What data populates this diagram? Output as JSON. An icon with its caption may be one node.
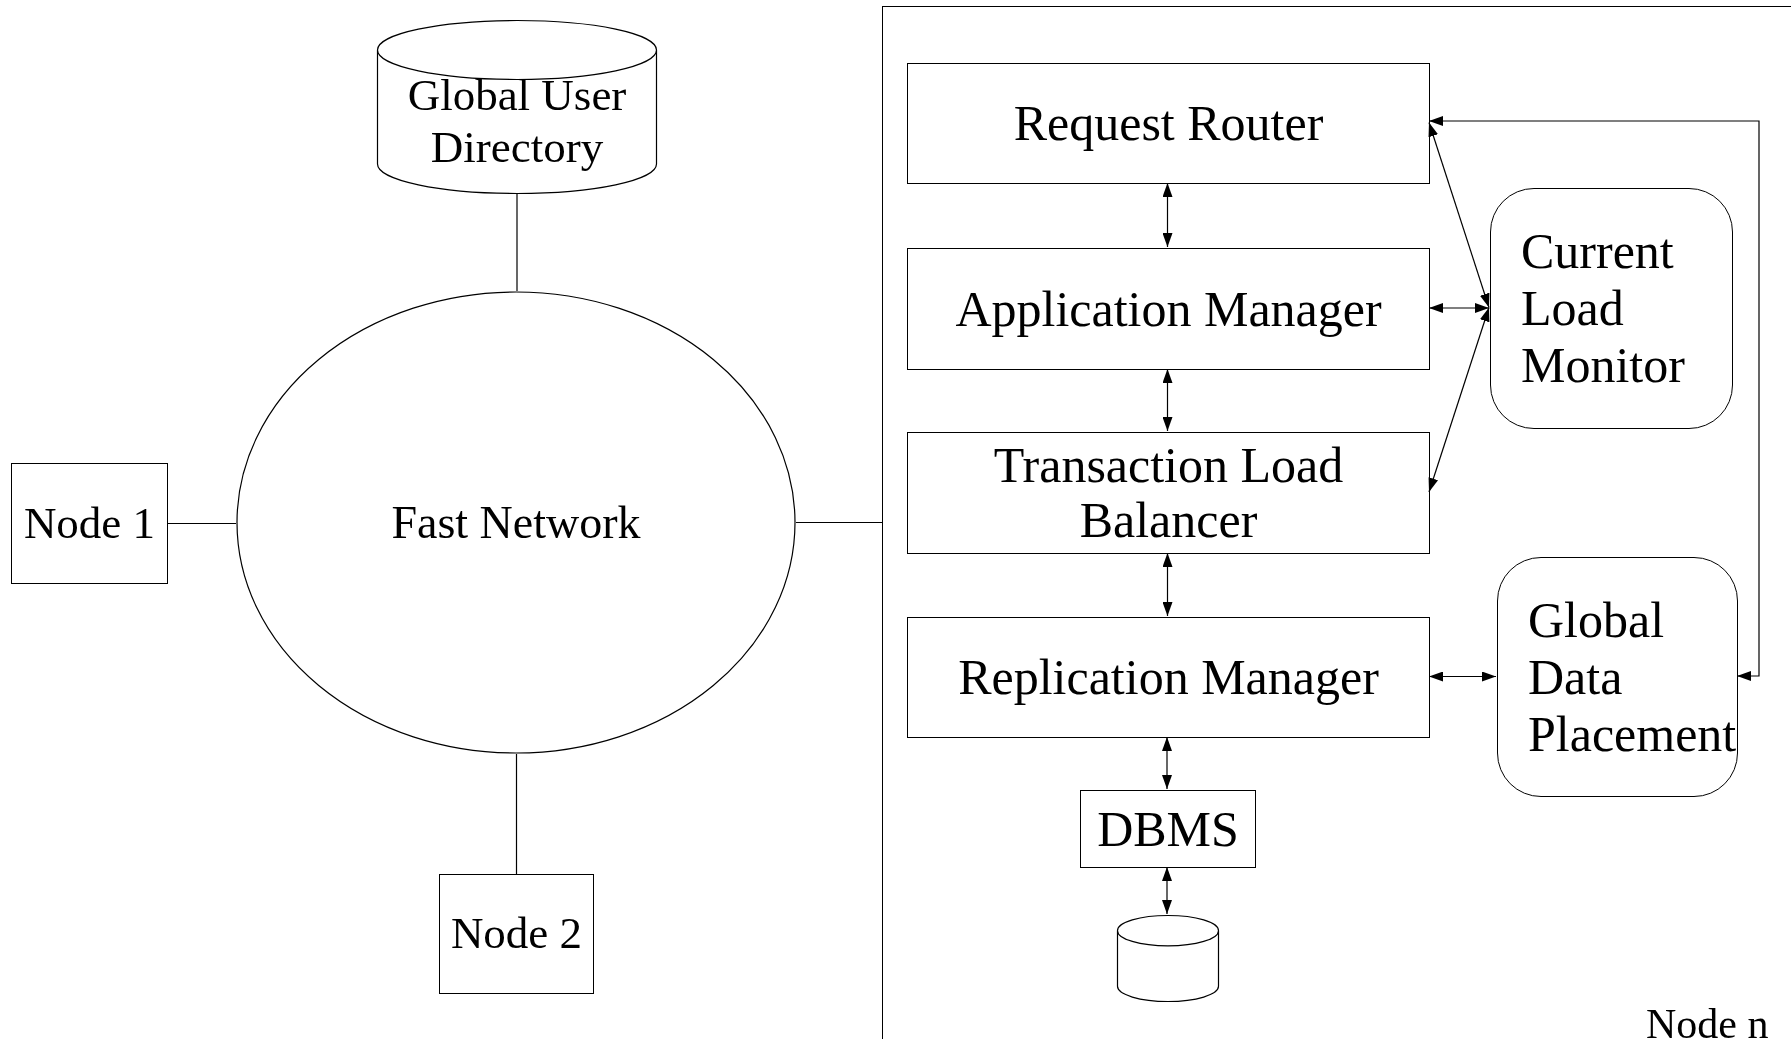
{
  "diagram": {
    "nodes": [
      {
        "text": [
          "Global User Directory"
        ]
      },
      {
        "text": [
          "Node 1"
        ]
      },
      {
        "text": [
          "Fast Network"
        ]
      },
      {
        "text": [
          "Node 2"
        ]
      },
      {
        "text": [
          "Node n"
        ]
      },
      {
        "text": [
          "Request Router"
        ],
        "in": 4
      },
      {
        "text": [
          "Application Manager"
        ],
        "in": 4
      },
      {
        "text": [
          "Transaction Load Balancer"
        ],
        "in": 4
      },
      {
        "text": [
          "Replication Manager"
        ],
        "in": 4
      },
      {
        "text": [
          "DBMS"
        ],
        "in": 4
      },
      {
        "text": [],
        "shape": "cylinder",
        "in": 4
      },
      {
        "text": [
          "Current Load Monitor"
        ],
        "in": 4
      },
      {
        "text": [
          "Global Data Placement"
        ],
        "in": 4
      }
    ],
    "edges": [
      {
        "from": 0,
        "to": 2,
        "arrow": "none"
      },
      {
        "from": 1,
        "to": 2,
        "arrow": "none"
      },
      {
        "from": 2,
        "to": 4,
        "arrow": "none"
      },
      {
        "from": 2,
        "to": 3,
        "arrow": "none"
      },
      {
        "from": 5,
        "to": 6,
        "arrow": "both"
      },
      {
        "from": 6,
        "to": 7,
        "arrow": "both"
      },
      {
        "from": 7,
        "to": 8,
        "arrow": "both"
      },
      {
        "from": 8,
        "to": 9,
        "arrow": "both"
      },
      {
        "from": 9,
        "to": 10,
        "arrow": "both"
      },
      {
        "from": 5,
        "to": 11,
        "arrow": "both"
      },
      {
        "from": 6,
        "to": 11,
        "arrow": "both"
      },
      {
        "from": 7,
        "to": 11,
        "arrow": "both"
      },
      {
        "from": 8,
        "to": 12,
        "arrow": "both"
      },
      {
        "from": 12,
        "to": 5,
        "arrow": "both"
      }
    ]
  }
}
